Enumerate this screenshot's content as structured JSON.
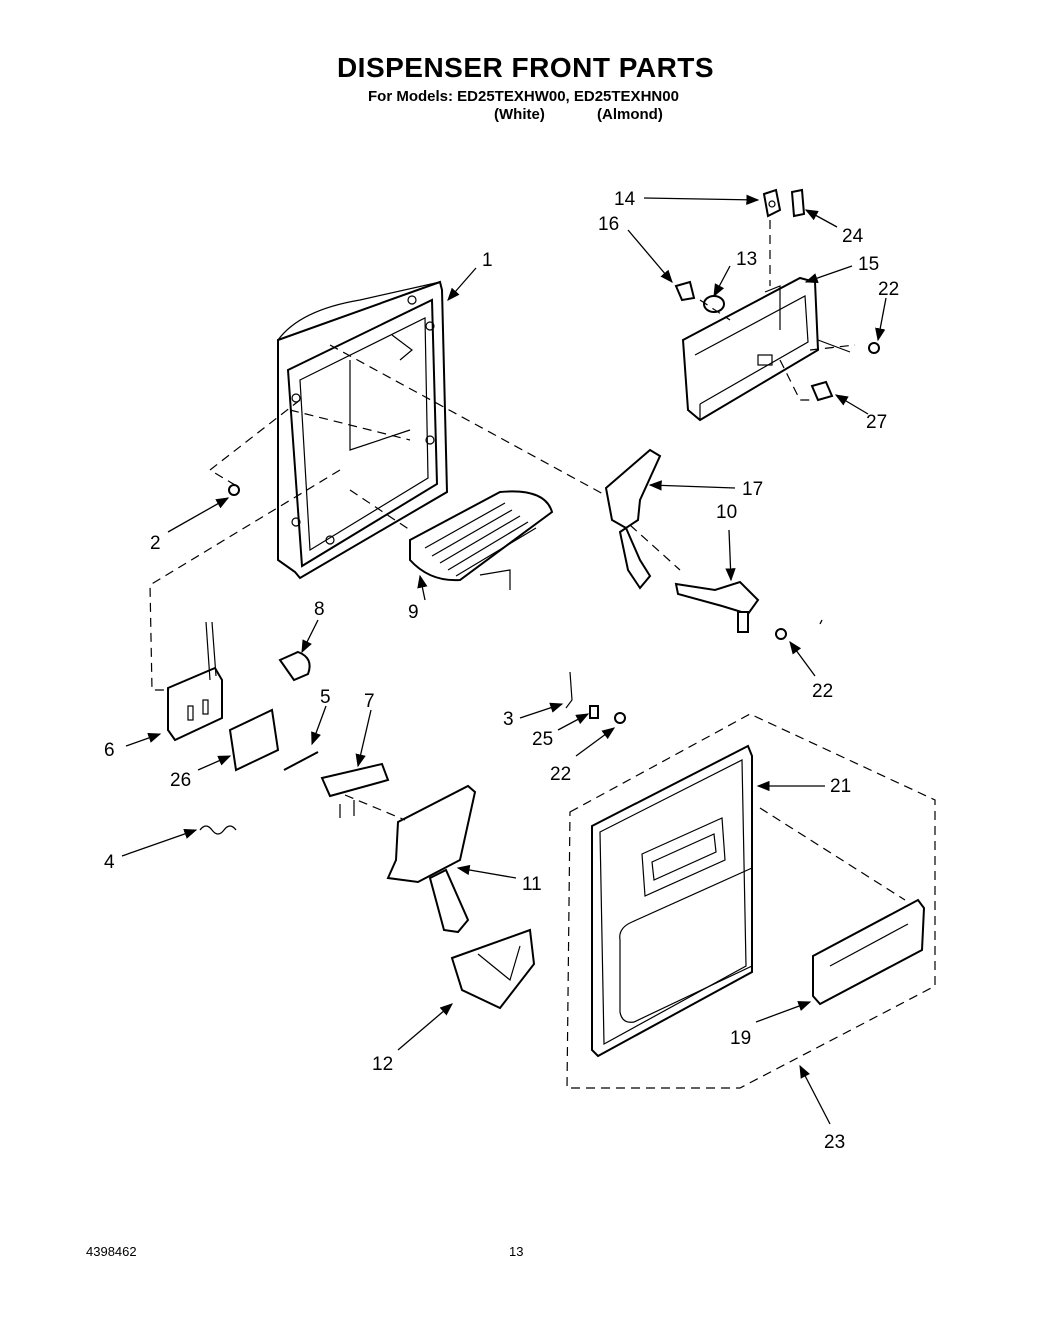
{
  "header": {
    "title": "DISPENSER FRONT PARTS",
    "models_line": "For Models: ED25TEXHW00, ED25TEXHN00",
    "variant_white": "(White)",
    "variant_almond": "(Almond)"
  },
  "footer": {
    "doc_number": "4398462",
    "page_number": "13"
  },
  "callouts": {
    "c1": "1",
    "c2": "2",
    "c3": "3",
    "c4": "4",
    "c5": "5",
    "c6": "6",
    "c7": "7",
    "c8": "8",
    "c9": "9",
    "c10": "10",
    "c11": "11",
    "c12": "12",
    "c13": "13",
    "c14": "14",
    "c15": "15",
    "c16": "16",
    "c17": "17",
    "c19": "19",
    "c21": "21",
    "c22a": "22",
    "c22b": "22",
    "c22c": "22",
    "c23": "23",
    "c24": "24",
    "c25": "25",
    "c26": "26",
    "c27": "27"
  }
}
